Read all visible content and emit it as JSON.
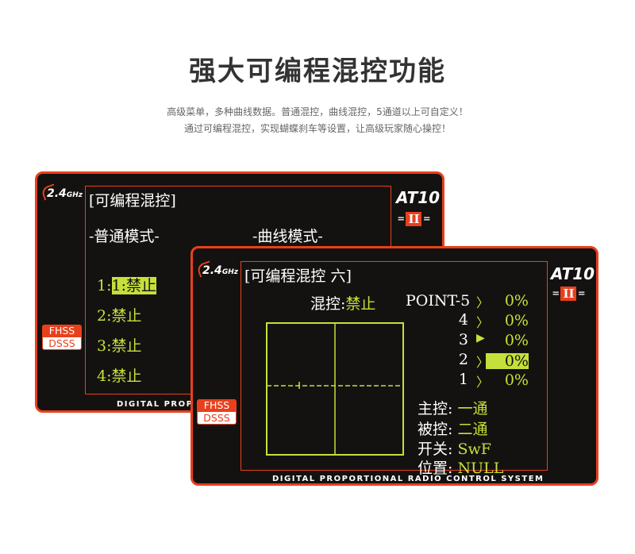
{
  "headline": "强大可编程混控功能",
  "description": [
    "高级菜单，多种曲线数据。普通混控，曲线混控，5通道以上可自定义！",
    "通过可编程混控，实现蝴蝶刹车等设置，让高级玩家随心操控！"
  ],
  "logo": {
    "main": "2.4",
    "unit": "GHz"
  },
  "brand": "AT10",
  "badge": {
    "bars": "=",
    "numeral": "II"
  },
  "fhss": [
    "FHSS",
    "DSSS"
  ],
  "panel1": {
    "title": "[可编程混控]",
    "mode_normal": "-普通模式-",
    "mode_curve": "-曲线模式-",
    "items": [
      "1:禁止",
      "2:禁止",
      "3:禁止",
      "4:禁止"
    ],
    "footer": "DIGITAL PROPO"
  },
  "panel2": {
    "title": "[可编程混控 六]",
    "mix_label": "混控:",
    "mix_value": "禁止",
    "point_label": "POINT-5",
    "points": [
      {
        "index": "",
        "arrow": "〉",
        "value": "0%"
      },
      {
        "index": "4",
        "arrow": "〉",
        "value": "0%"
      },
      {
        "index": "3",
        "arrow": "▶",
        "value": "0%"
      },
      {
        "index": "2",
        "arrow": "〉",
        "value": "0%"
      },
      {
        "index": "1",
        "arrow": "〉",
        "value": "0%"
      }
    ],
    "master_label": "主控:",
    "master_value": "一通",
    "slave_label": "被控:",
    "slave_value": "二通",
    "switch_label": "开关:",
    "switch_value": "SwF",
    "position_label": "位置:",
    "position_value": "NULL",
    "footer": "DIGITAL PROPORTIONAL RADIO CONTROL SYSTEM"
  },
  "colors": {
    "frame": "#e8401c",
    "lcd_text": "#c6e03b",
    "panel_bg": "#141210"
  }
}
